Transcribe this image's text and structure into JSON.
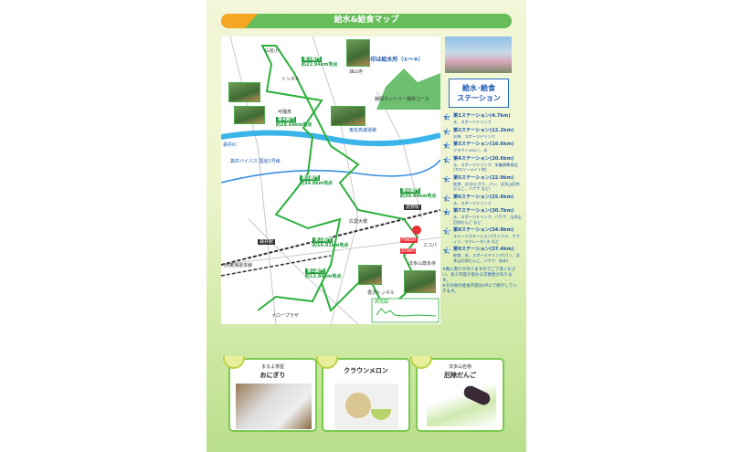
{
  "header": {
    "title": "給水&給食マップ"
  },
  "map": {
    "legend_note": "☆印は給水所（①～⑨）",
    "gates": [
      {
        "name": "第3関門",
        "dist": "約22.94km地点"
      },
      {
        "name": "第4関門",
        "dist": "約28.68km地点"
      },
      {
        "name": "第5関門",
        "dist": "約34.8km地点"
      },
      {
        "name": "第6関門",
        "dist": "約39.94km地点"
      },
      {
        "name": "第2関門",
        "dist": "約16.01km地点"
      },
      {
        "name": "第1関門",
        "dist": "約12.89km地点"
      }
    ],
    "labels": {
      "ic": "袋井IC",
      "bypass": "袋井バイパス 国道1号線",
      "tomei": "東名高速道路",
      "tunnel": "トンネル",
      "country": "静岡カントリー袋井コース",
      "station_fukuroi": "袋井駅",
      "station_aino": "愛野駅",
      "bridge": "広愛大橋",
      "start": "START",
      "finish": "FINISH",
      "ecopa": "エコパ",
      "yamanashi": "山名小",
      "tunnel2": "豊沢トンネル",
      "temple": "油山寺",
      "kasai": "可睡斎",
      "hokkaido": "法多山尊永寺",
      "jr": "JR東海道本線",
      "elevation": "高低図",
      "plaza": "メロープラザ"
    }
  },
  "sidebar": {
    "title_line1": "給水･給食",
    "title_line2": "ステーション",
    "stations": [
      {
        "num": "1",
        "title": "第1ステーション(4.7km)",
        "desc": "水、スポーツドリンク"
      },
      {
        "num": "2",
        "title": "第2ステーション(12.2km)",
        "desc": "お茶、スポーツドリンク"
      },
      {
        "num": "3",
        "title": "第3ステーション(16.6km)",
        "desc": "クラウンメロン、水"
      },
      {
        "num": "4",
        "title": "第4ステーション(20.6km)",
        "desc": "水、スポーツドリンク、栄養調整食品(カロリーメイト他)"
      },
      {
        "num": "5",
        "title": "第5ステーション(22.9km)",
        "desc": "給食、水(おにぎり、パン、法多山厄除だんご、バナナ など)"
      },
      {
        "num": "6",
        "title": "第6ステーション(25.6km)",
        "desc": "水、スポーツドリンク"
      },
      {
        "num": "7",
        "title": "第7ステーション(30.7km)",
        "desc": "水、スポーツドリンク、バナナ、法多山厄除だんご など"
      },
      {
        "num": "8",
        "title": "第8ステーション(34.8km)",
        "desc": "スイーツステーション(ワッフル、マフィン、マドレーヌ) 水 など"
      },
      {
        "num": "9",
        "title": "第9ステーション(37.4km)",
        "desc": "給食、水、スポーツドリンク(パン、法多山厄除だんご、バナナ、あめ)"
      }
    ],
    "notes": [
      "※数に限りがありますのでご了承ください。多少内容が変わる可能性があります。",
      "※その他の給食内容はHPにて紹介していきます。"
    ]
  },
  "cards": [
    {
      "sub": "まるよ茶屋",
      "title": "おにぎり"
    },
    {
      "sub": "",
      "title": "クラウンメロン"
    },
    {
      "sub": "法多山名物",
      "title": "厄除だんご"
    }
  ],
  "colors": {
    "route": "#2bb03c",
    "highway": "#3bb4ea",
    "accent": "#66bd5a",
    "text_blue": "#1a56b0"
  }
}
